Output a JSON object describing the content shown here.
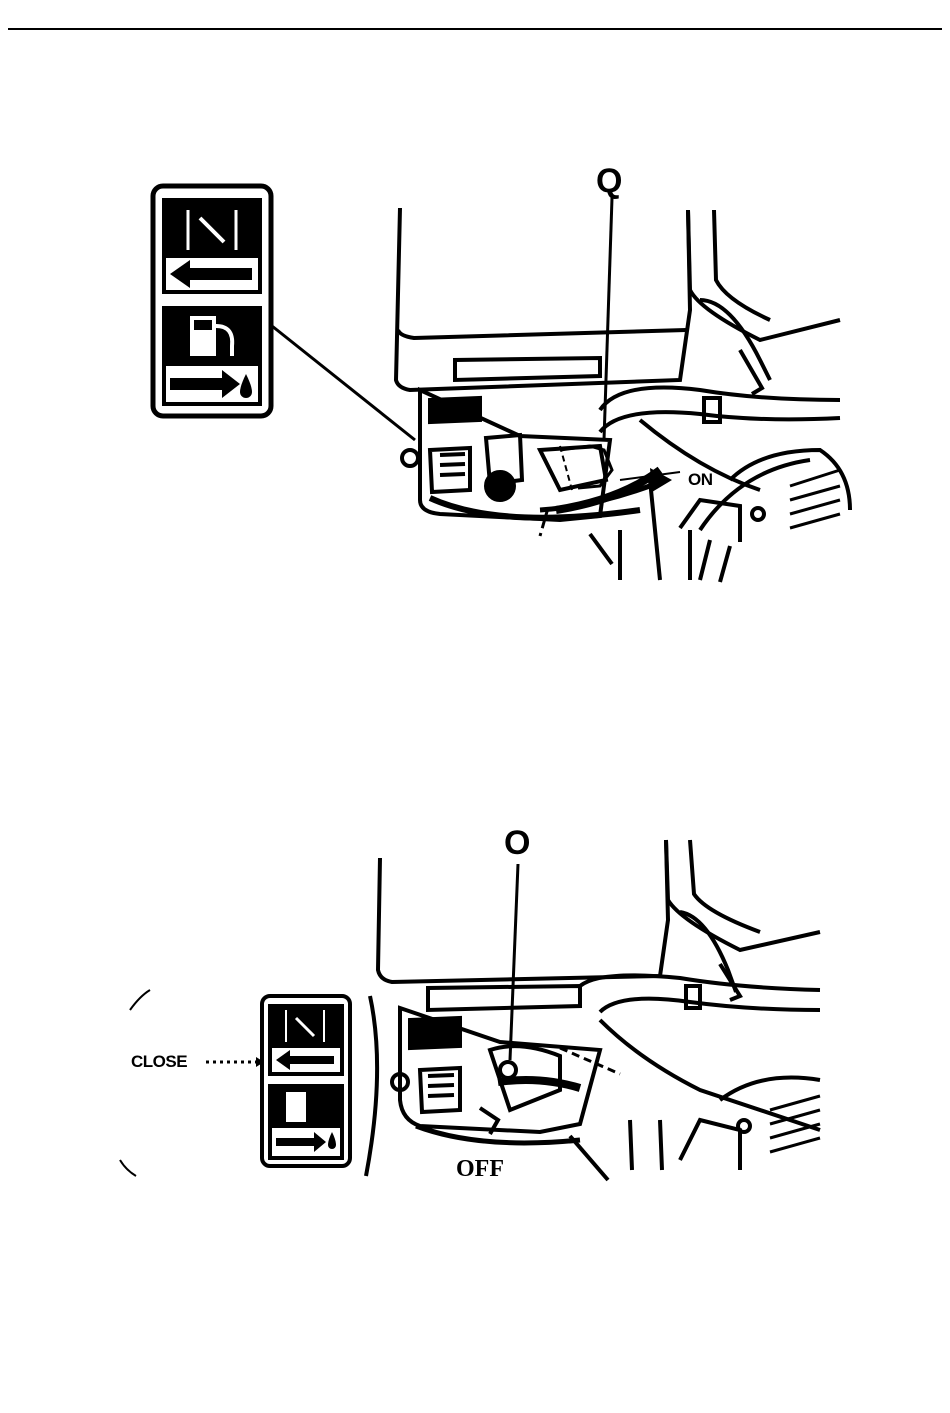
{
  "figures": [
    {
      "callout": "Q",
      "position_label": "ON"
    },
    {
      "callout": "O",
      "position_label": "OFF",
      "choke_label": "CLOSE"
    }
  ],
  "icons": {
    "choke_symbol": "choke-icon",
    "fuel_symbol": "fuel-pump-icon",
    "fuel_drop": "fuel-drop-icon",
    "arrow_left": "arrow-left-icon",
    "arrow_right": "arrow-right-icon"
  },
  "colors": {
    "ink": "#000000",
    "paper": "#ffffff"
  }
}
